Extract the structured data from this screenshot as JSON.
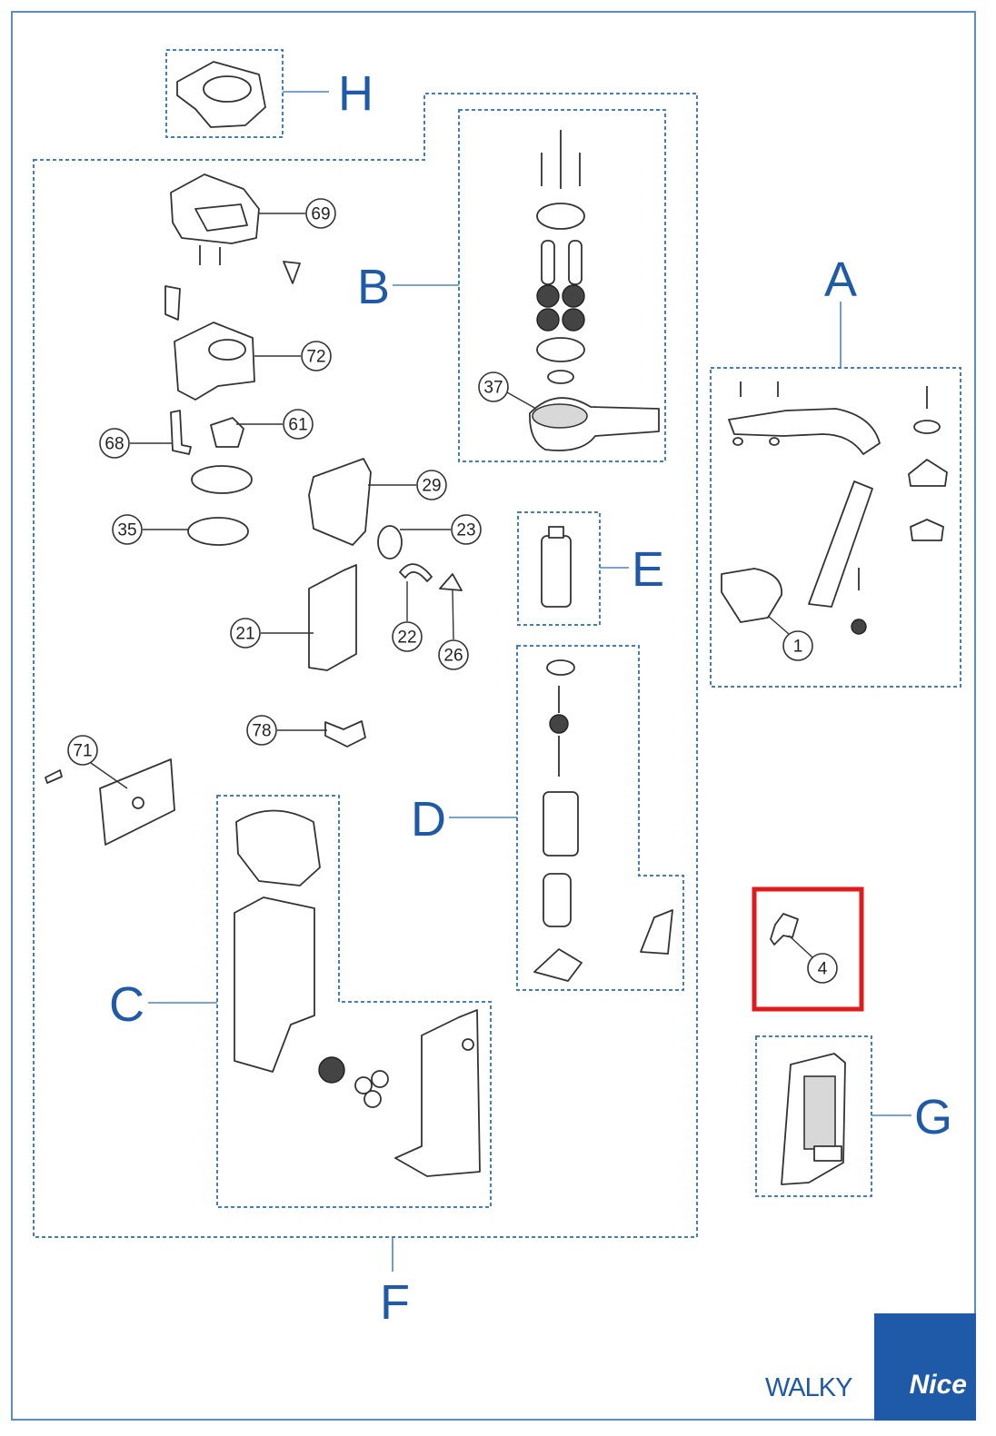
{
  "groups": [
    {
      "letter": "H",
      "key": "H"
    },
    {
      "letter": "B",
      "key": "B"
    },
    {
      "letter": "A",
      "key": "A"
    },
    {
      "letter": "E",
      "key": "E"
    },
    {
      "letter": "D",
      "key": "D"
    },
    {
      "letter": "C",
      "key": "C"
    },
    {
      "letter": "G",
      "key": "G"
    },
    {
      "letter": "F",
      "key": "F"
    }
  ],
  "callouts": [
    "69",
    "72",
    "61",
    "68",
    "35",
    "29",
    "23",
    "22",
    "26",
    "21",
    "78",
    "71",
    "37",
    "1",
    "4"
  ],
  "highlighted_part": "4",
  "colors": {
    "accent": "#1e5aa8",
    "dashed_box": "#3f7fc1",
    "highlight": "#e11b1b"
  },
  "brand": {
    "product": "WALKY",
    "logo": "Nice"
  }
}
